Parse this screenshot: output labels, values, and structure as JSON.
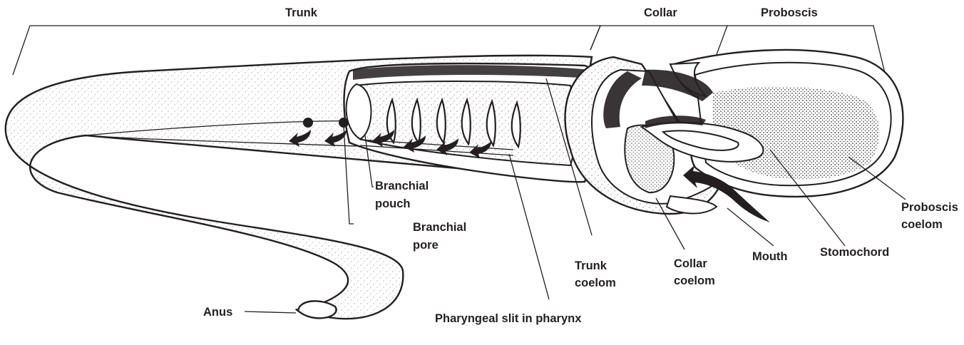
{
  "labels": {
    "trunk": "Trunk",
    "collar": "Collar",
    "proboscis": "Proboscis",
    "branchial_pouch": [
      "Branchial",
      "pouch"
    ],
    "branchial_pore": [
      "Branchial",
      "pore"
    ],
    "anus": "Anus",
    "pharyngeal_slit": "Pharyngeal slit in pharynx",
    "trunk_coelom": [
      "Trunk",
      "coelom"
    ],
    "collar_coelom": [
      "Collar",
      "coelom"
    ],
    "mouth": "Mouth",
    "stomochord": "Stomochord",
    "proboscis_coelom": [
      "Proboscis",
      "coelom"
    ]
  },
  "colors": {
    "ink": "#231f20",
    "paper": "#ffffff"
  }
}
